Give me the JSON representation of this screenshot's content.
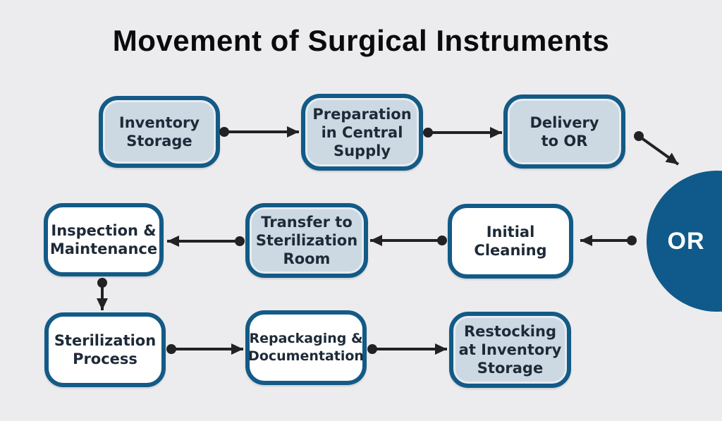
{
  "title": "Movement of Surgical Instruments",
  "colors": {
    "background": "#ececee",
    "node_border": "#135a86",
    "node_fill_blue": "#ccd8e2",
    "node_fill_white": "#ffffff",
    "text": "#1e2a38",
    "title": "#0b0b0d",
    "arrow": "#222222",
    "or_circle": "#0f5a8a",
    "or_text": "#ffffff"
  },
  "nodes": [
    {
      "id": "inventory-storage",
      "label": "Inventory Storage",
      "lines": [
        "Inventory",
        "Storage"
      ],
      "fill": "blue"
    },
    {
      "id": "preparation-in-central-supply",
      "label": "Preparation in Central Supply",
      "lines": [
        "Preparation",
        "in Central",
        "Supply"
      ],
      "fill": "blue"
    },
    {
      "id": "delivery-to-or",
      "label": "Delivery to OR",
      "lines": [
        "Delivery",
        "to OR"
      ],
      "fill": "blue"
    },
    {
      "id": "or",
      "label": "OR",
      "fill": "dark-circle"
    },
    {
      "id": "initial-cleaning",
      "label": "Initial Cleaning",
      "lines": [
        "Initial",
        "Cleaning"
      ],
      "fill": "white"
    },
    {
      "id": "transfer-to-sterilization-room",
      "label": "Transfer to Sterilization Room",
      "lines": [
        "Transfer to",
        "Sterilization",
        "Room"
      ],
      "fill": "blue"
    },
    {
      "id": "inspection-maintenance",
      "label": "Inspection & Maintenance",
      "lines": [
        "Inspection &",
        "Maintenance"
      ],
      "fill": "white"
    },
    {
      "id": "sterilization-process",
      "label": "Sterilization Process",
      "lines": [
        "Sterilization",
        "Process"
      ],
      "fill": "white"
    },
    {
      "id": "repackaging-documentation",
      "label": "Repackaging & Documentation",
      "lines": [
        "Repackaging &",
        "Documentation"
      ],
      "fill": "white"
    },
    {
      "id": "restocking-at-inventory-storage",
      "label": "Restocking at Inventory Storage",
      "lines": [
        "Restocking",
        "at Inventory",
        "Storage"
      ],
      "fill": "blue"
    }
  ],
  "edges": [
    {
      "from": "Inventory Storage",
      "to": "Preparation in Central Supply"
    },
    {
      "from": "Preparation in Central Supply",
      "to": "Delivery to OR"
    },
    {
      "from": "Delivery to OR",
      "to": "OR"
    },
    {
      "from": "OR",
      "to": "Initial Cleaning"
    },
    {
      "from": "Initial Cleaning",
      "to": "Transfer to Sterilization Room"
    },
    {
      "from": "Transfer to Sterilization Room",
      "to": "Inspection & Maintenance"
    },
    {
      "from": "Inspection & Maintenance",
      "to": "Sterilization Process"
    },
    {
      "from": "Sterilization Process",
      "to": "Repackaging & Documentation"
    },
    {
      "from": "Repackaging & Documentation",
      "to": "Restocking at Inventory Storage"
    }
  ]
}
